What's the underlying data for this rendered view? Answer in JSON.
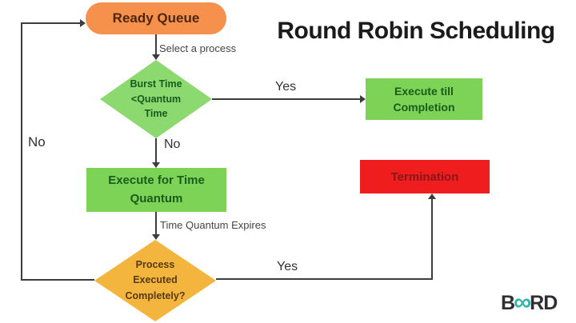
{
  "title": "Round Robin Scheduling",
  "nodes": {
    "ready_queue": {
      "label": "Ready Queue",
      "fill": "#F6914D",
      "text_color": "#4F2609",
      "shape": "rounded-pill"
    },
    "burst_time_check": {
      "label": "Burst Time\n<Quantum\nTime",
      "fill": "#8CD96F",
      "text_color": "#1A5B1E",
      "shape": "diamond"
    },
    "execute_till_completion": {
      "label": "Execute till\nCompletion",
      "fill": "#7DD356",
      "text_color": "#1A5B1E",
      "shape": "rectangle"
    },
    "execute_for_time_quantum": {
      "label": "Execute for Time\nQuantum",
      "fill": "#7DD356",
      "text_color": "#1A5B1E",
      "shape": "rectangle"
    },
    "process_executed_check": {
      "label": "Process\nExecuted\nCompletely?",
      "fill": "#F3B53E",
      "text_color": "#553B0E",
      "shape": "diamond"
    },
    "termination": {
      "label": "Termination",
      "fill": "#EF1D1D",
      "text_color": "#87171B",
      "shape": "rectangle"
    }
  },
  "edge_labels": {
    "select_a_process": "Select a process",
    "yes_top": "Yes",
    "no_below_burst": "No",
    "no_left_loop": "No",
    "time_quantum_expires": "Time Quantum Expires",
    "yes_bottom": "Yes"
  },
  "logo": {
    "b": "B",
    "infinity": "∞",
    "rd": "RD",
    "infinity_color": "#35B4AB",
    "text_color": "#2E2E33"
  },
  "colors": {
    "background": "#FFFFFF",
    "line": "#3D3D3D",
    "label_text": "#454545"
  }
}
